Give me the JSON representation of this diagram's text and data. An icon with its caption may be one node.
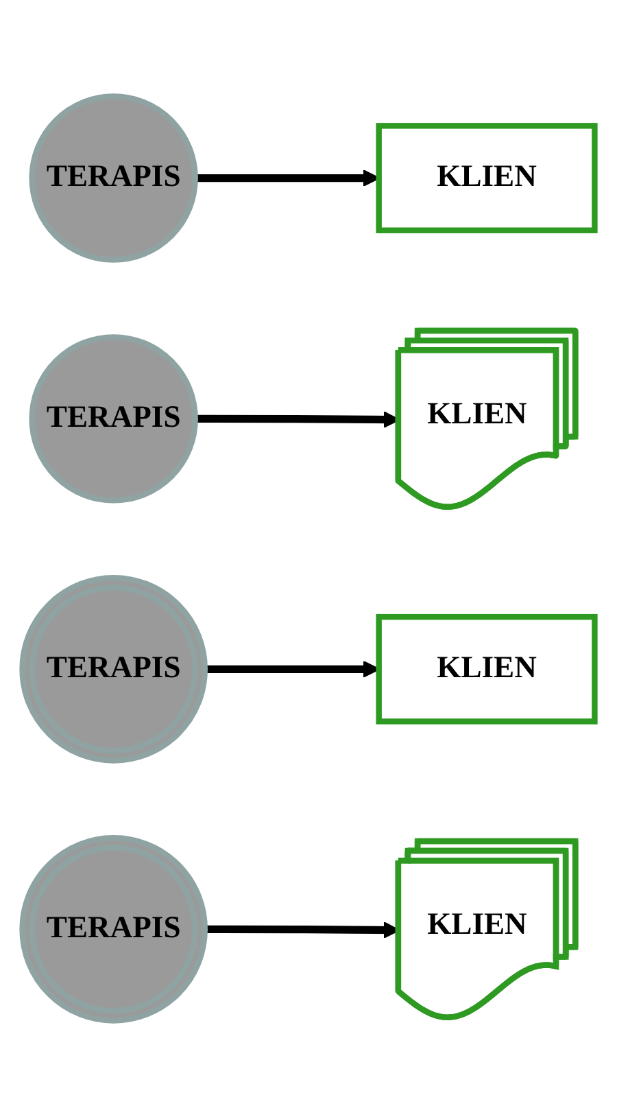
{
  "diagram": {
    "nodes": [
      {
        "text": [
          "TERAPIS"
        ]
      },
      {
        "text": [
          "KLIEN"
        ]
      },
      {
        "text": [
          "TERAPIS"
        ]
      },
      {
        "text": [
          "KLIEN"
        ]
      },
      {
        "text": [
          "TERAPIS"
        ]
      },
      {
        "text": [
          "KLIEN"
        ]
      },
      {
        "text": [
          "TERAPIS"
        ]
      },
      {
        "text": [
          "KLIEN"
        ]
      }
    ],
    "edges": [
      {
        "from": 0,
        "to": 1,
        "arrow": "to"
      },
      {
        "from": 2,
        "to": 3,
        "arrow": "to"
      },
      {
        "from": 4,
        "to": 5,
        "arrow": "to"
      },
      {
        "from": 6,
        "to": 7,
        "arrow": "to"
      }
    ]
  }
}
